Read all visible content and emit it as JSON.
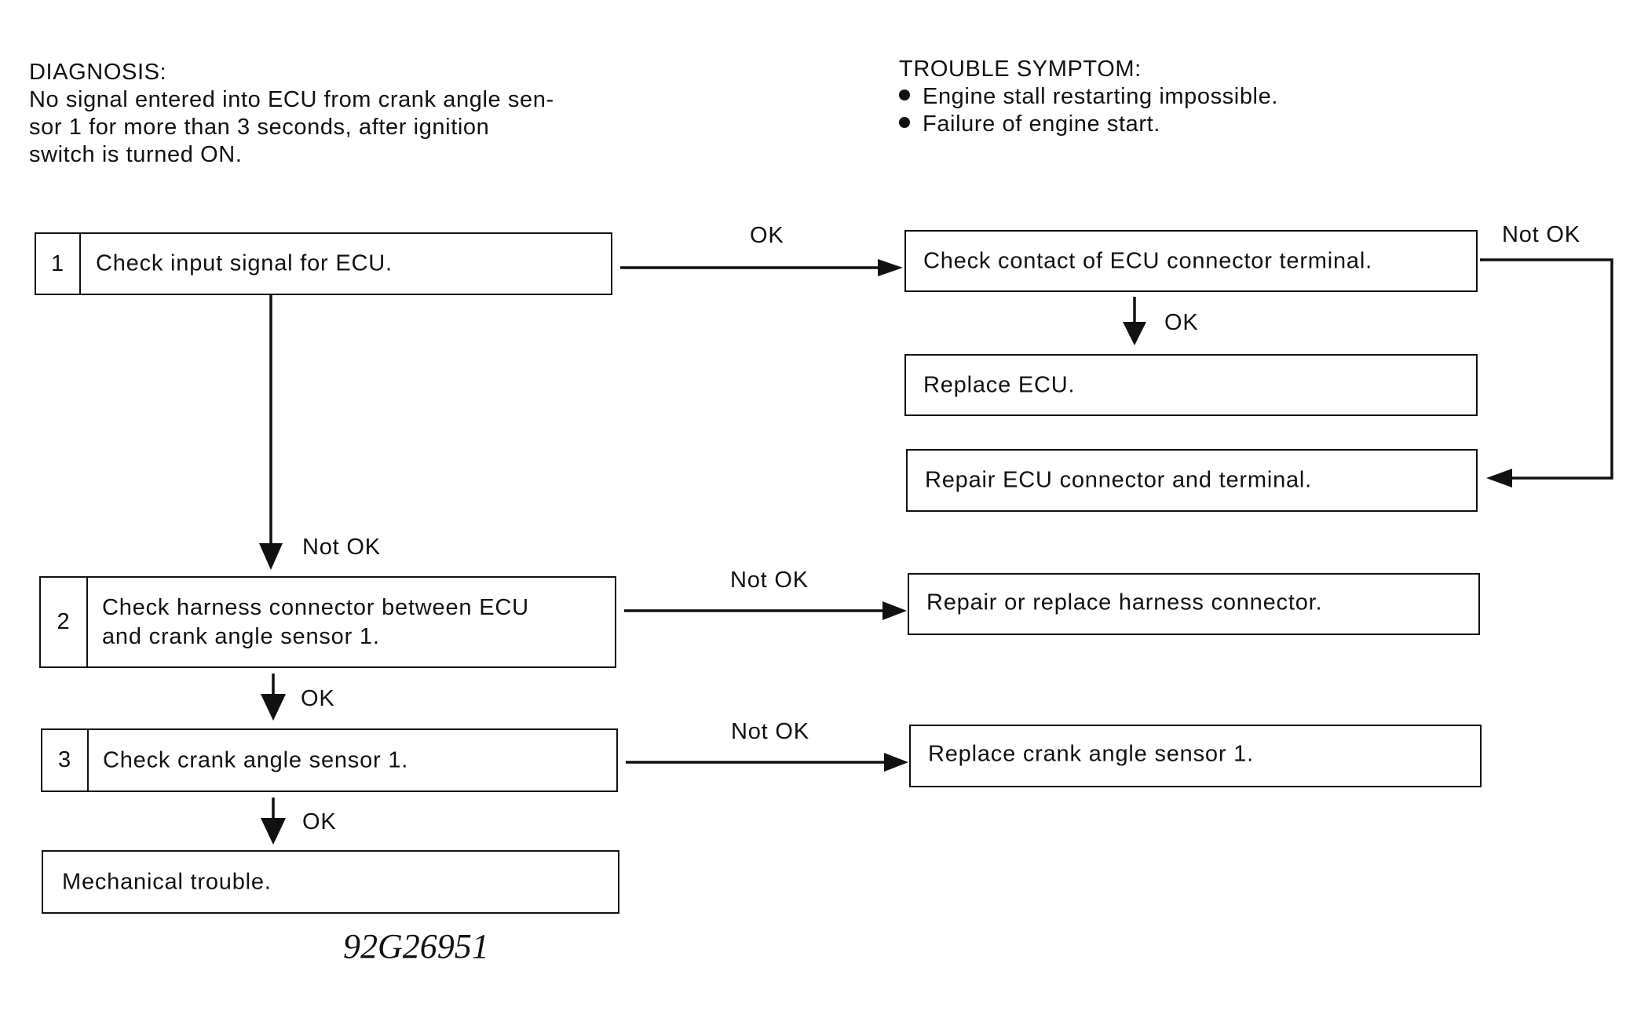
{
  "diagnosis": {
    "heading": "DIAGNOSIS:",
    "lines": [
      "No signal entered into ECU from crank angle sen-",
      "sor 1 for more than 3 seconds, after ignition",
      "switch is turned ON."
    ]
  },
  "trouble_symptom": {
    "heading": "TROUBLE SYMPTOM:",
    "items": [
      "Engine stall restarting impossible.",
      "Failure of engine start."
    ]
  },
  "steps": [
    {
      "number": "1",
      "lines": [
        "Check input signal for ECU."
      ]
    },
    {
      "number": "2",
      "lines": [
        "Check harness connector between ECU",
        "and crank angle sensor 1."
      ]
    },
    {
      "number": "3",
      "lines": [
        "Check crank angle sensor 1."
      ]
    }
  ],
  "terminal": {
    "mechanical": "Mechanical trouble."
  },
  "actions": {
    "check_contact": "Check contact of ECU connector terminal.",
    "replace_ecu": "Replace ECU.",
    "repair_connector": "Repair ECU connector and terminal.",
    "repair_harness": "Repair or replace harness connector.",
    "replace_sensor": "Replace crank angle sensor 1."
  },
  "labels": {
    "ok": "OK",
    "not_ok": "Not OK"
  },
  "figure_code": "92G26951"
}
